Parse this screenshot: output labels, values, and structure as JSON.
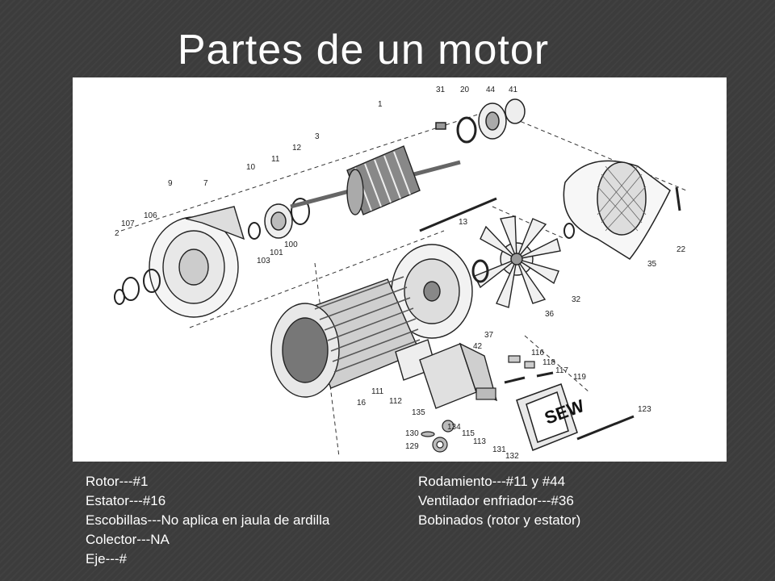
{
  "title": "Partes de un motor",
  "legend": {
    "left": [
      "Rotor---#1",
      "Estator---#16",
      "Escobillas---No aplica en jaula de ardilla",
      "Colector---NA",
      "Eje---#"
    ],
    "right": [
      "Rodamiento---#11 y #44",
      "Ventilador enfriador---#36",
      "Bobinados (rotor y estator)"
    ]
  },
  "diagram": {
    "part_numbers": [
      "1",
      "2",
      "3",
      "7",
      "9",
      "10",
      "11",
      "12",
      "13",
      "16",
      "20",
      "22",
      "31",
      "32",
      "35",
      "36",
      "37",
      "41",
      "42",
      "44",
      "100",
      "101",
      "103",
      "106",
      "107",
      "111",
      "112",
      "113",
      "115",
      "116",
      "117",
      "118",
      "119",
      "123",
      "129",
      "130",
      "131",
      "132",
      "134",
      "135"
    ],
    "logo_text": "SEW"
  }
}
